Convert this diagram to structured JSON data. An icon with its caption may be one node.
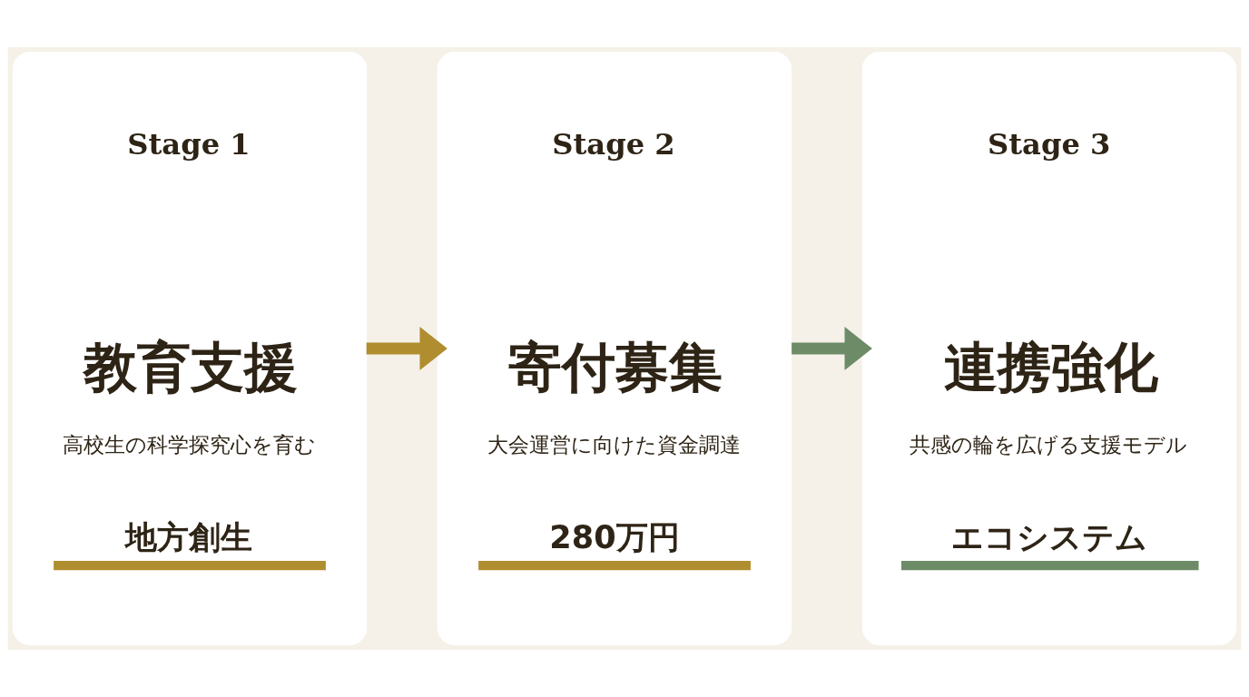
{
  "diagram": {
    "nodes": [
      {
        "text": [
          "Stage 1",
          "教育支援",
          "高校生の科学探究心を育む",
          "地方創生"
        ]
      },
      {
        "text": [
          "Stage 2",
          "寄付募集",
          "大会運営に向けた資金調達",
          "280万円"
        ]
      },
      {
        "text": [
          "Stage 3",
          "連携強化",
          "共感の輪を広げる支援モデル",
          "エコシステム"
        ]
      }
    ],
    "edges": [
      {
        "from": 0,
        "to": 1,
        "arrow": "to",
        "color": "#b08d2e"
      },
      {
        "from": 1,
        "to": 2,
        "arrow": "to",
        "color": "#6e8b68"
      }
    ]
  }
}
